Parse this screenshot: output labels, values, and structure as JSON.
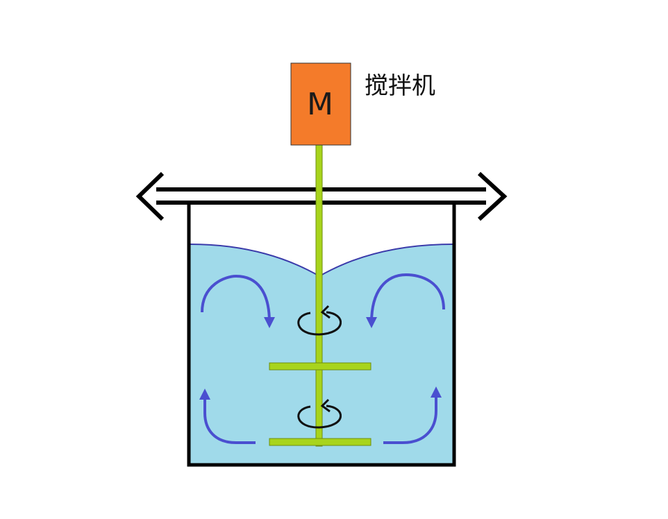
{
  "motor": {
    "letter": "M",
    "color": "#F47B2A"
  },
  "caption": "搅拌机",
  "colors": {
    "liquid": "#A0DAEA",
    "liquid_edge": "#3B3BAA",
    "flow_arrow": "#4A4FD0",
    "shaft": "#A8D41C",
    "tank_outline": "#000000",
    "rotation_arrow": "#111111"
  },
  "icons": [
    "motor-icon",
    "agitator-shaft",
    "impeller-blade",
    "rotation-arrow-icon",
    "flow-arrow-icon",
    "double-arrow-icon"
  ]
}
